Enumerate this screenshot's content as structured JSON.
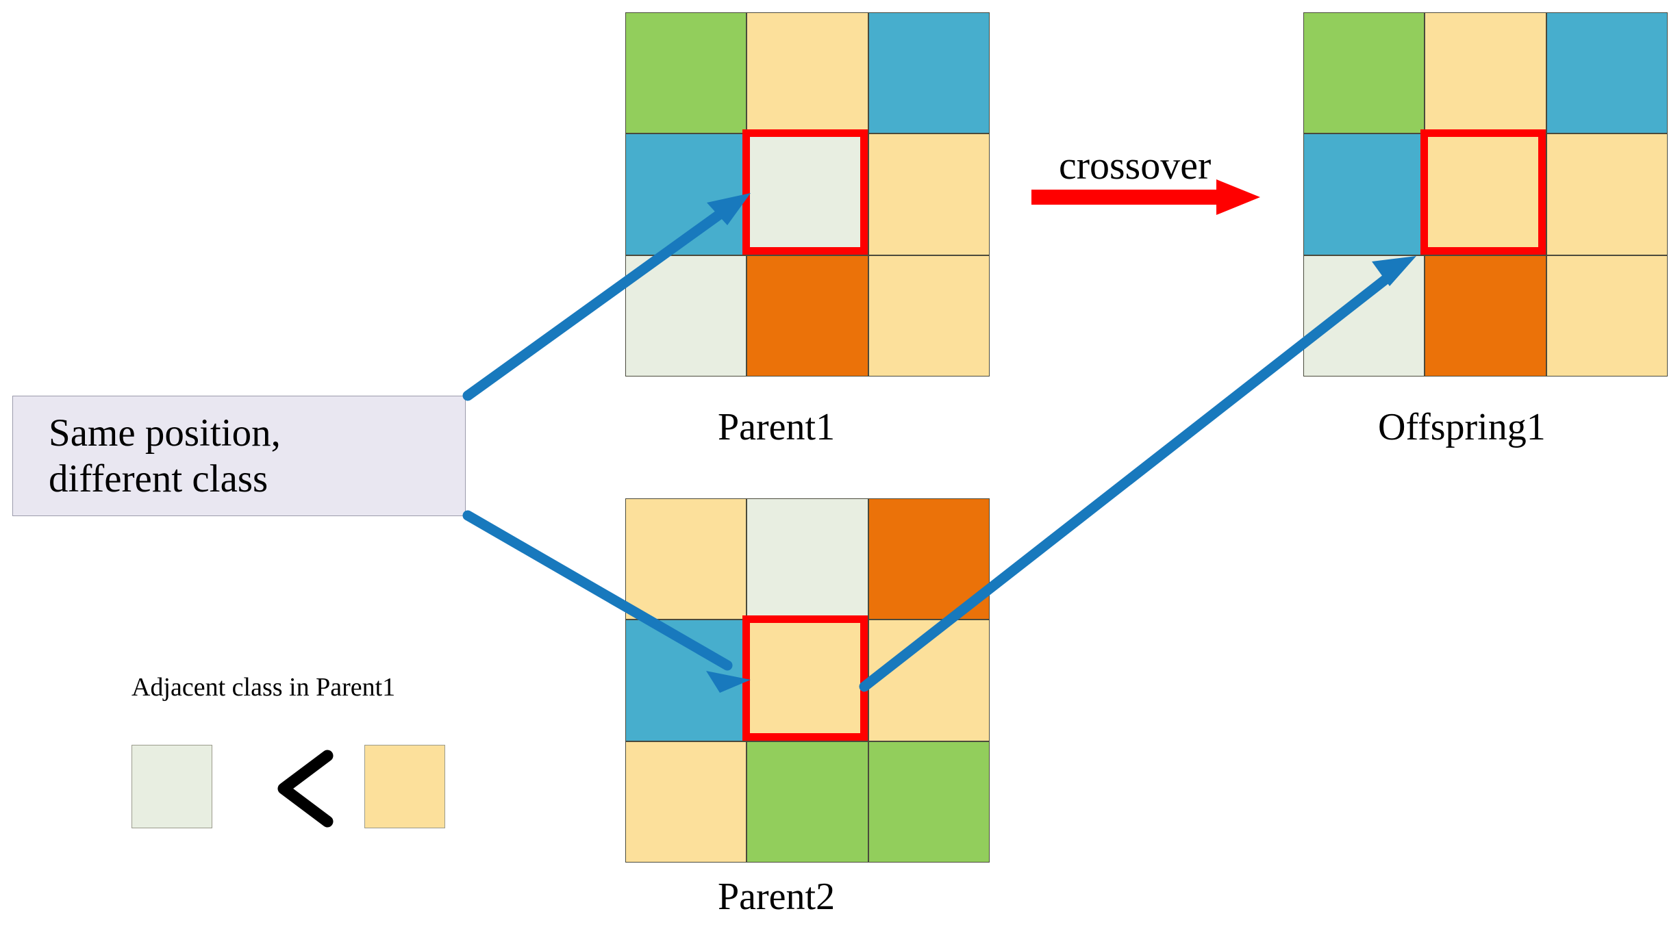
{
  "palette": {
    "green": "#92CE5C",
    "yellow": "#FCE09B",
    "blue": "#47AECD",
    "pale_green": "#E8EEE1",
    "orange": "#EB7209",
    "highlight_red": "#FF0000",
    "arrow_blue": "#1879BD",
    "callout_bg": "#E9E7F1",
    "text_black": "#000000"
  },
  "callout": {
    "name": "same-position-different-class",
    "line1": "Same position,",
    "line2": "different class"
  },
  "crossover": {
    "label": "crossover",
    "arrow_color": "#FF0000"
  },
  "legend": {
    "title": "Adjacent class in Parent1",
    "left_swatch_color": "#E8EEE1",
    "comparator": "<",
    "right_swatch_color": "#FCE09B"
  },
  "grids": [
    {
      "name": "parent1",
      "caption": "Parent1",
      "highlight_cell": {
        "row": 1,
        "col": 1
      },
      "cells": [
        [
          "green",
          "yellow",
          "blue"
        ],
        [
          "blue",
          "pale_green",
          "yellow"
        ],
        [
          "pale_green",
          "orange",
          "yellow"
        ]
      ]
    },
    {
      "name": "parent2",
      "caption": "Parent2",
      "highlight_cell": {
        "row": 1,
        "col": 1
      },
      "cells": [
        [
          "yellow",
          "pale_green",
          "orange"
        ],
        [
          "blue",
          "yellow",
          "yellow"
        ],
        [
          "yellow",
          "green",
          "green"
        ]
      ]
    },
    {
      "name": "offspring1",
      "caption": "Offspring1",
      "highlight_cell": {
        "row": 1,
        "col": 1
      },
      "cells": [
        [
          "green",
          "yellow",
          "blue"
        ],
        [
          "blue",
          "yellow",
          "yellow"
        ],
        [
          "pale_green",
          "orange",
          "yellow"
        ]
      ]
    }
  ]
}
